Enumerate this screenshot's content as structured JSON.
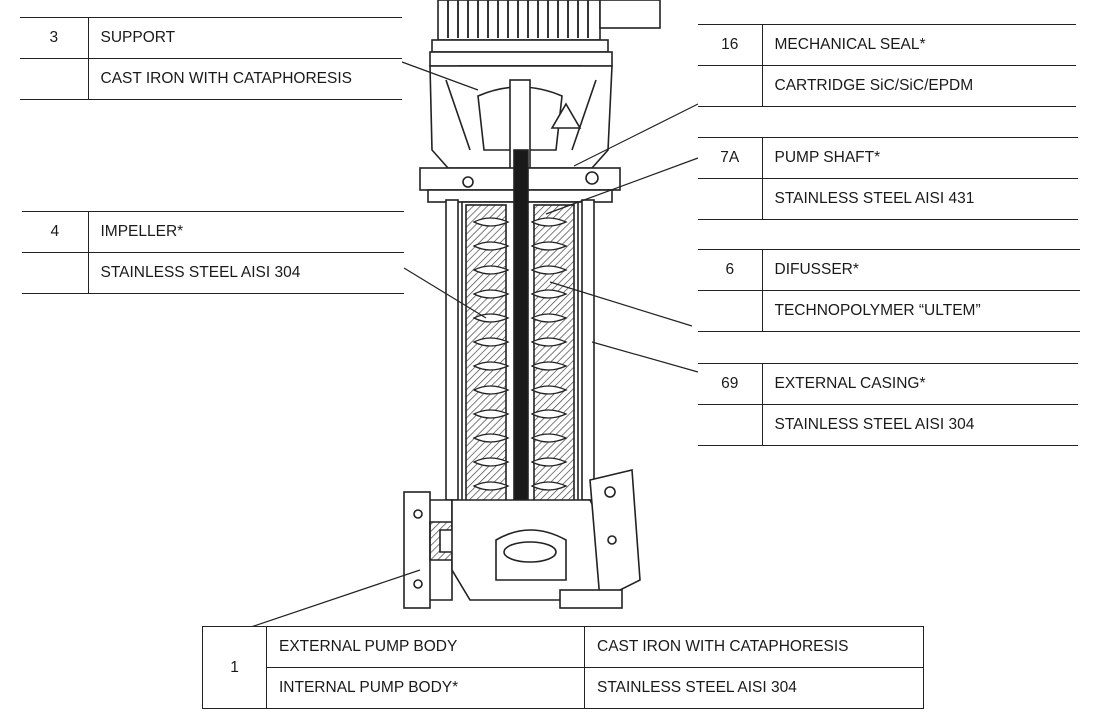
{
  "callouts": [
    {
      "id": "3",
      "name": "SUPPORT",
      "material": "CAST IRON WITH CATAPHORESIS"
    },
    {
      "id": "16",
      "name": "MECHANICAL SEAL*",
      "material": "CARTRIDGE SiC/SiC/EPDM"
    },
    {
      "id": "7A",
      "name": "PUMP SHAFT*",
      "material": "STAINLESS STEEL AISI 431"
    },
    {
      "id": "4",
      "name": "IMPELLER*",
      "material": "STAINLESS STEEL AISI 304"
    },
    {
      "id": "6",
      "name": "DIFUSSER*",
      "material": "TECHNOPOLYMER “ULTEM”"
    },
    {
      "id": "69",
      "name": "EXTERNAL CASING*",
      "material": "STAINLESS STEEL AISI 304"
    }
  ],
  "pump_body": {
    "id": "1",
    "rows": [
      {
        "name": "EXTERNAL PUMP BODY",
        "material": "CAST IRON WITH CATAPHORESIS"
      },
      {
        "name": "INTERNAL PUMP BODY*",
        "material": "STAINLESS STEEL AISI 304"
      }
    ]
  },
  "style": {
    "line_color": "#222222",
    "hatch_color": "#555555",
    "fill_color": "#ffffff"
  }
}
